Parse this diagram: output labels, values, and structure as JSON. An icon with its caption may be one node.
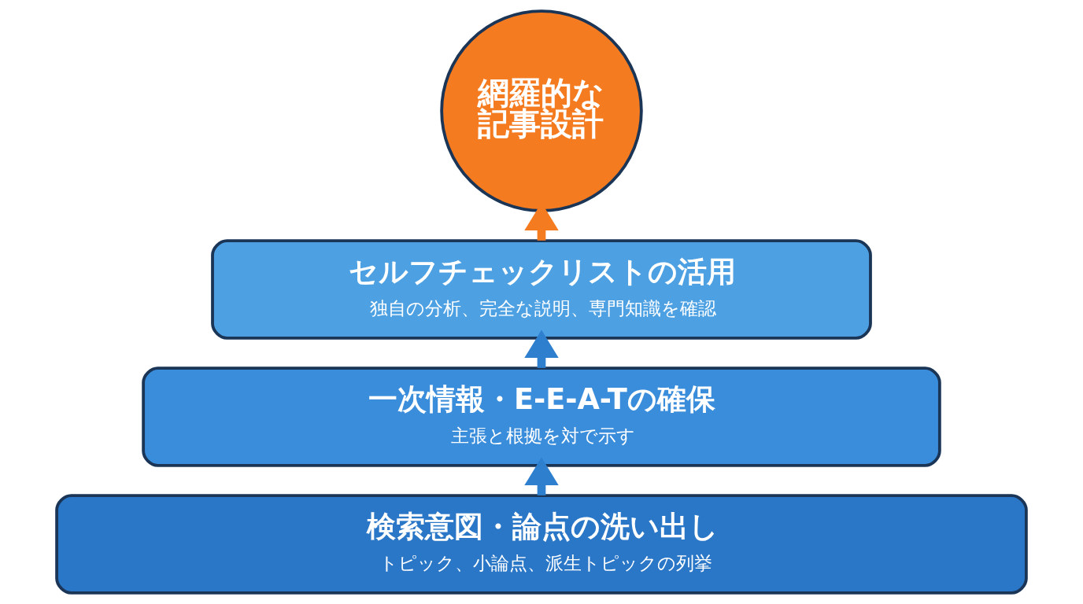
{
  "diagram": {
    "nodes": [
      {
        "text": [
          "網羅的な記事設計"
        ]
      },
      {
        "text": [
          "セルフチェックリストの活用",
          "独自の分析、完全な説明、専門知識を確認"
        ]
      },
      {
        "text": [
          "一次情報・E-E-A-Tの確保",
          "主張と根拠を対で示す"
        ]
      },
      {
        "text": [
          "検索意図・論点の洗い出し",
          "トピック、小論点、派生トピックの列挙"
        ]
      }
    ],
    "edges": [
      {
        "from": 3,
        "to": 2,
        "arrow": "to"
      },
      {
        "from": 2,
        "to": 1,
        "arrow": "to"
      },
      {
        "from": 1,
        "to": 0,
        "arrow": "to",
        "color": "#f47b20"
      }
    ]
  }
}
